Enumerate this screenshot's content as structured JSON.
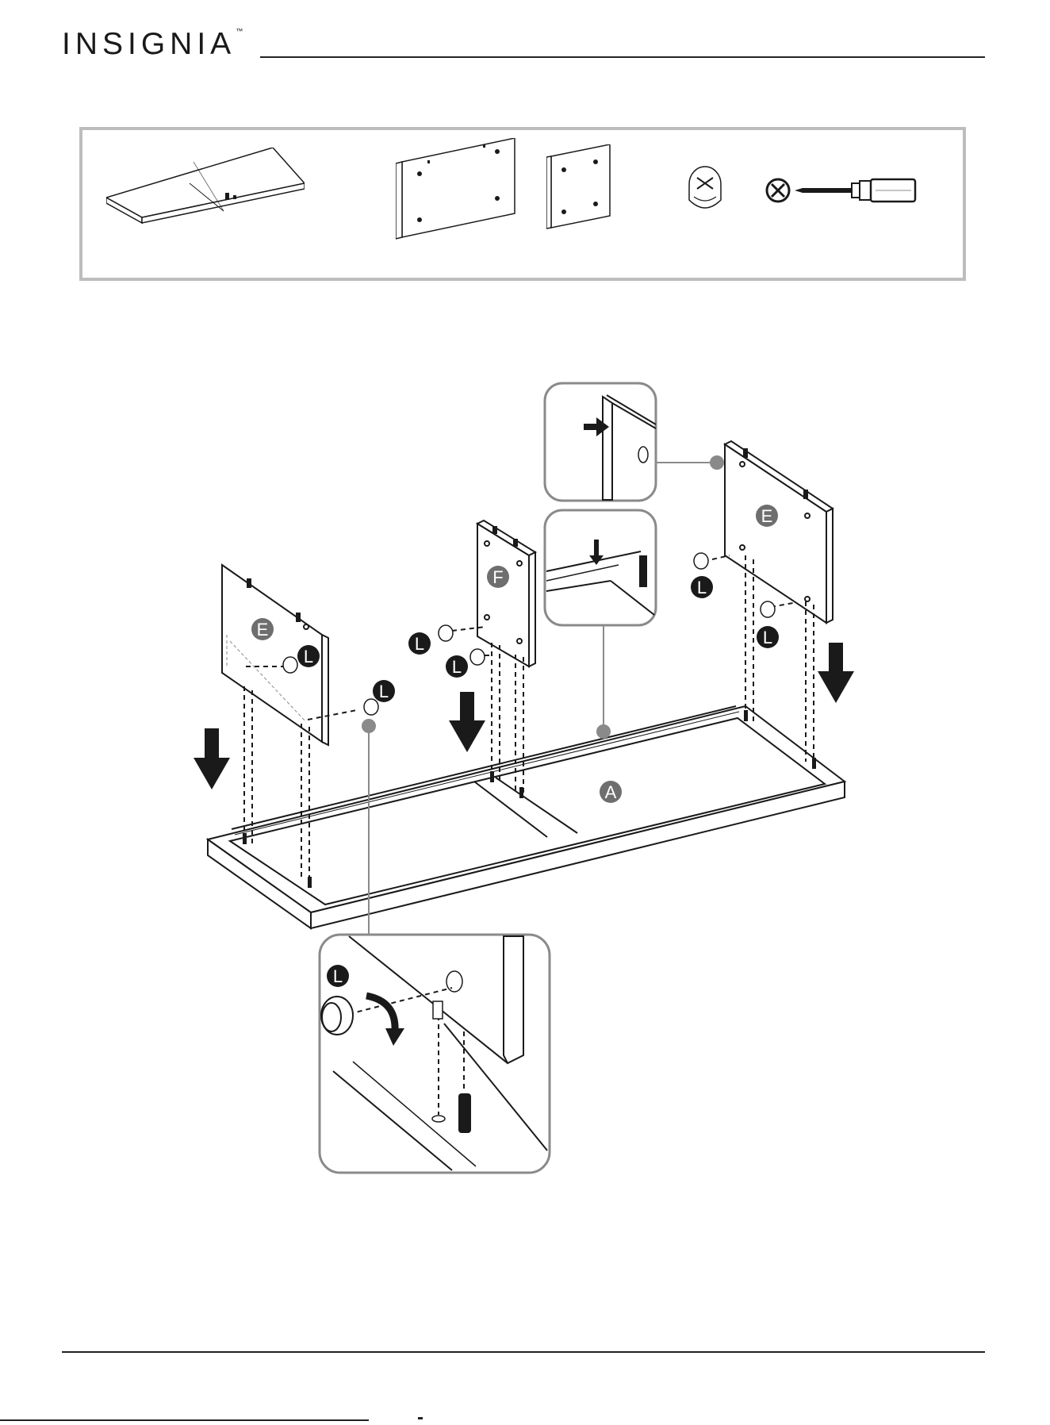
{
  "header": {
    "brand": "INSIGNIA",
    "trademark": "™"
  },
  "parts_box": {
    "items": [
      {
        "id": "panel-a",
        "icon": "long-panel-icon"
      },
      {
        "id": "panel-e",
        "icon": "side-panel-icon"
      },
      {
        "id": "panel-f",
        "icon": "middle-panel-icon"
      },
      {
        "id": "cam-lock",
        "icon": "cam-lock-icon"
      },
      {
        "id": "screwdriver",
        "icon": "phillips-screwdriver-icon"
      }
    ]
  },
  "diagram": {
    "labels": {
      "panel_e_left": "E",
      "panel_e_right": "E",
      "panel_f": "F",
      "panel_a": "A",
      "cam_lock": "L",
      "detail_cam_lock": "L"
    },
    "colors": {
      "badge_dark": "#3a3a3a",
      "badge_gray": "#6e6e6e",
      "callout_dot": "#8a8a8a",
      "line": "#1a1a1a"
    }
  }
}
